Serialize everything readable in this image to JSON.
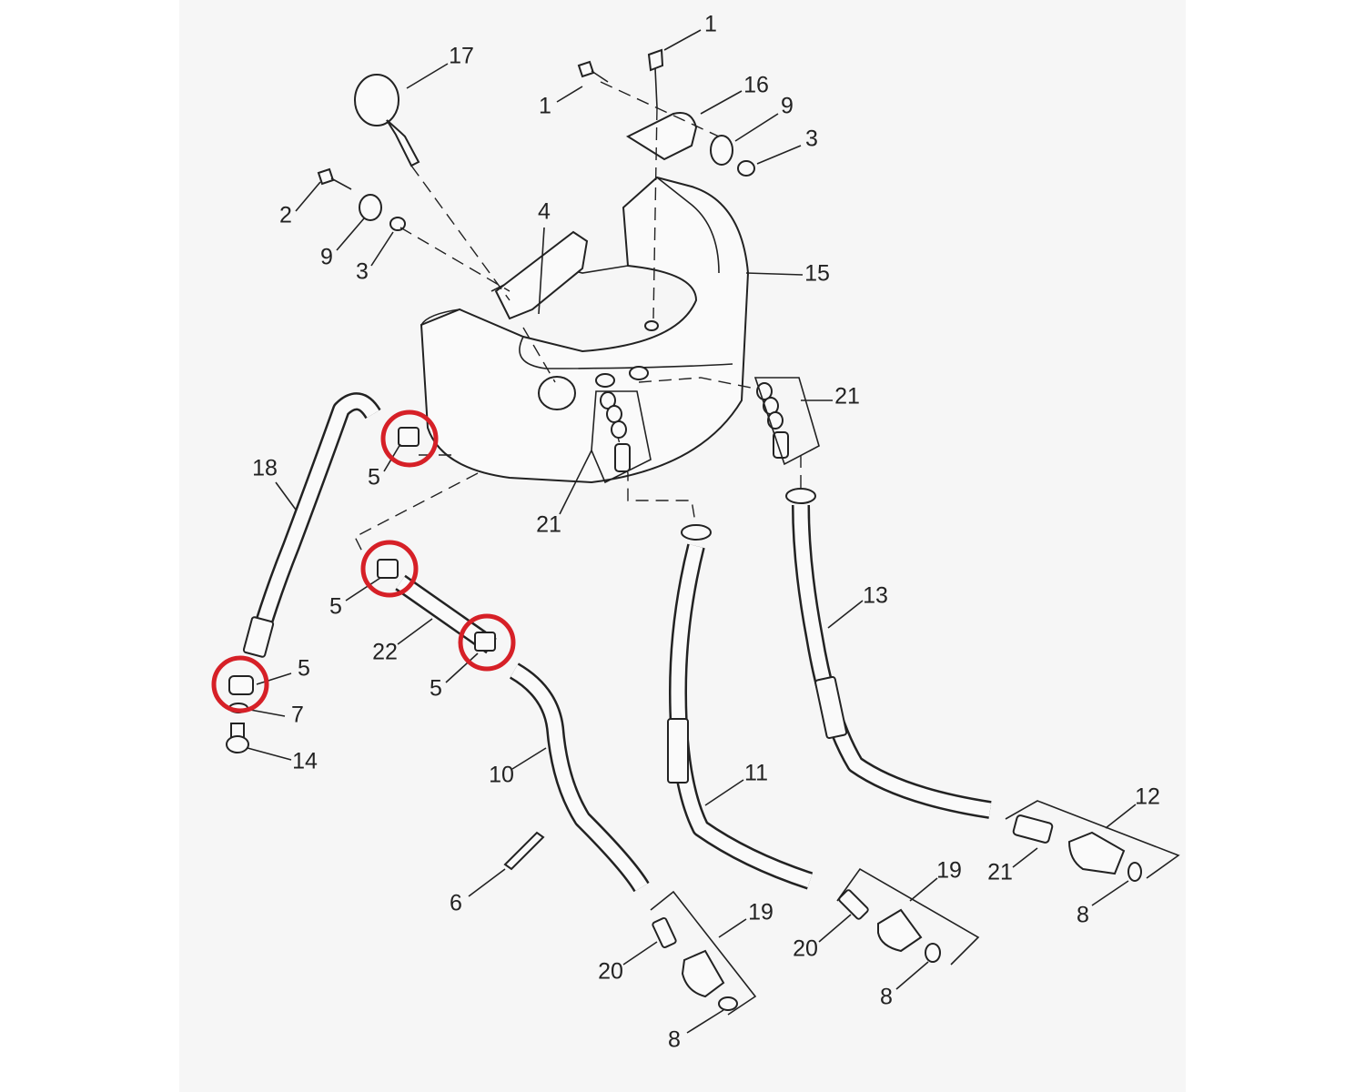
{
  "callouts": [
    "1",
    "1",
    "16",
    "9",
    "3",
    "17",
    "2",
    "9",
    "3",
    "4",
    "15",
    "21",
    "18",
    "5",
    "21",
    "5",
    "22",
    "5",
    "7",
    "14",
    "5",
    "13",
    "10",
    "11",
    "12",
    "21",
    "8",
    "19",
    "20",
    "8",
    "6",
    "19",
    "20",
    "8"
  ],
  "highlight_color": "#d62027",
  "highlighted_part": "5"
}
